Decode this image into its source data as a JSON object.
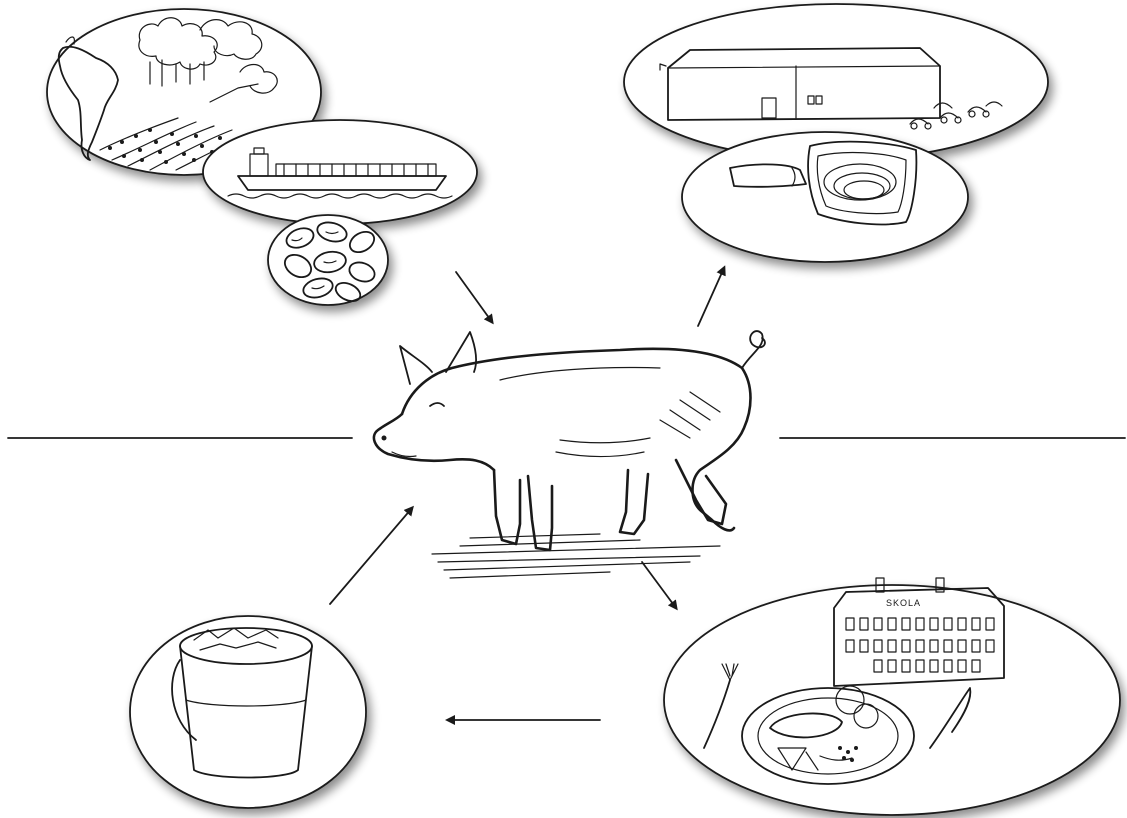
{
  "colors": {
    "ink": "#1a1a1a",
    "background": "#ffffff",
    "shadow": "#9a9a9a"
  },
  "nodes": [
    {
      "id": "soy-production",
      "icon": "south-america-deforestation-soy-field-icon"
    },
    {
      "id": "cargo-ship",
      "icon": "cargo-ship-icon"
    },
    {
      "id": "soybeans",
      "icon": "soybeans-icon"
    },
    {
      "id": "pig",
      "icon": "pig-icon"
    },
    {
      "id": "slaughterhouse",
      "icon": "factory-trucks-icon"
    },
    {
      "id": "packaged-meat",
      "icon": "hand-meat-tray-icon"
    },
    {
      "id": "school-meal",
      "icon": "school-lunch-plate-icon"
    },
    {
      "id": "food-waste-bucket",
      "icon": "food-waste-bucket-icon"
    }
  ],
  "labels": {
    "school_sign": "SKOLA"
  },
  "arrows": [
    {
      "from": "soybeans",
      "to": "pig"
    },
    {
      "from": "pig",
      "to": "packaged-meat"
    },
    {
      "from": "pig",
      "to": "school-meal"
    },
    {
      "from": "school-meal",
      "to": "food-waste-bucket"
    },
    {
      "from": "food-waste-bucket",
      "to": "pig"
    }
  ]
}
